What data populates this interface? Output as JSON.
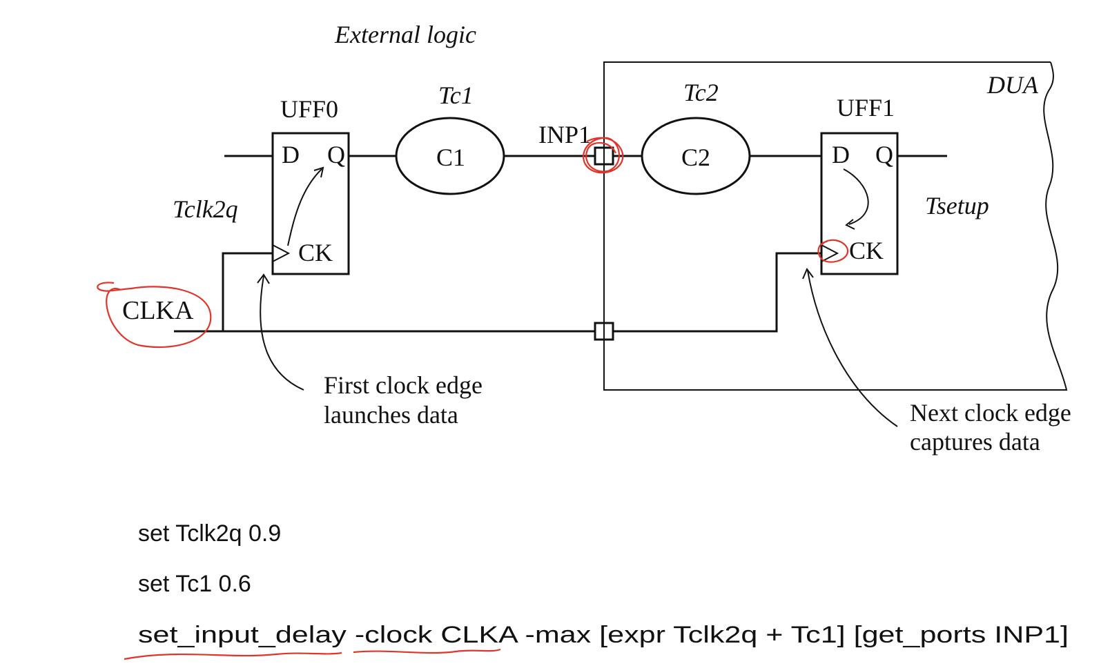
{
  "diagram": {
    "external_logic_label": "External logic",
    "dua_label": "DUA",
    "uff0": {
      "name": "UFF0",
      "d": "D",
      "q": "Q",
      "ck": "CK"
    },
    "uff1": {
      "name": "UFF1",
      "d": "D",
      "q": "Q",
      "ck": "CK"
    },
    "c1": {
      "name": "C1",
      "delay": "Tc1"
    },
    "c2": {
      "name": "C2",
      "delay": "Tc2"
    },
    "inp1_label": "INP1",
    "tclk2q_label": "Tclk2q",
    "tsetup_label": "Tsetup",
    "clka_label": "CLKA",
    "launch_note": {
      "line1": "First clock edge",
      "line2": "launches data"
    },
    "capture_note": {
      "line1": "Next clock edge",
      "line2": "captures data"
    }
  },
  "commands": [
    "set Tclk2q 0.9",
    "set Tc1 0.6",
    "set_input_delay -clock CLKA -max [expr Tclk2q + Tc1] [get_ports INP1]"
  ],
  "colors": {
    "ink": "#111111",
    "annotation_red": "#e0342a"
  }
}
